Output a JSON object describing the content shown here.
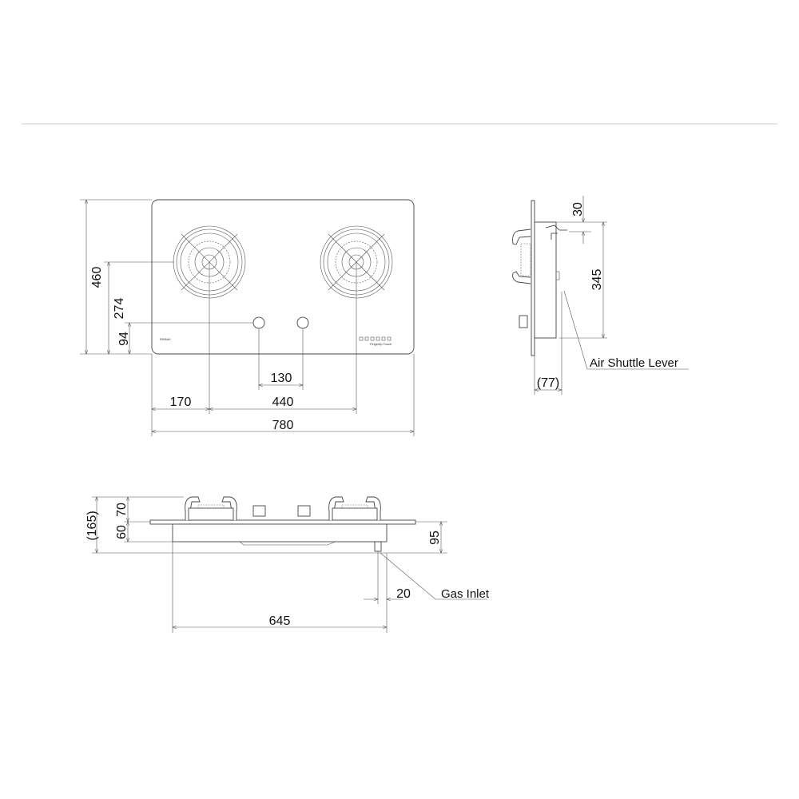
{
  "top_view": {
    "dims": {
      "height": "460",
      "burner_from_front": "274",
      "knob_from_front": "94",
      "knob_spacing": "130",
      "left_offset": "170",
      "burner_spacing": "440",
      "width": "780"
    },
    "brand": "RINNAI",
    "panel_caption": "Fingertip Touch"
  },
  "side_view": {
    "dims": {
      "top_offset": "30",
      "depth": "345",
      "lever_depth": "(77)"
    },
    "callout": "Air Shuttle Lever"
  },
  "front_view": {
    "dims": {
      "total_height": "(165)",
      "above_top": "70",
      "below_top": "60",
      "inlet_height": "95",
      "inlet_offset": "20",
      "body_width": "645"
    },
    "callout": "Gas Inlet"
  },
  "colors": {
    "line": "#333333",
    "divider": "#cccccc"
  }
}
